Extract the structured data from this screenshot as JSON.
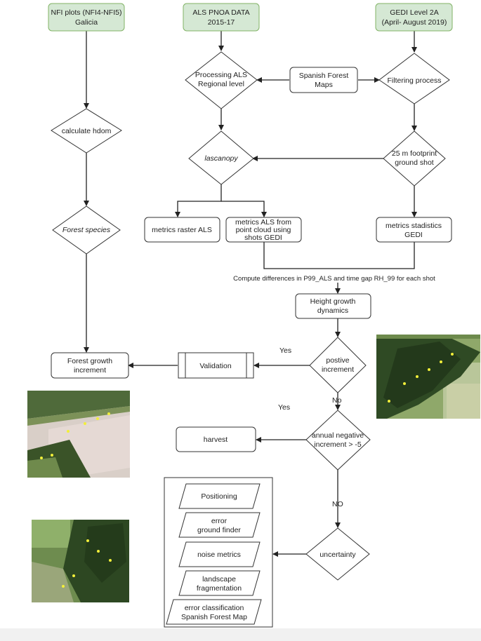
{
  "nodes": {
    "nfi_plots": [
      "NFI plots (NFI4-NFI5)",
      "Galicia"
    ],
    "als_pnoa": [
      "ALS PNOA DATA",
      "2015-17"
    ],
    "gedi_l2a": [
      "GEDI Level 2A",
      "(April- August 2019)"
    ],
    "processing_als": [
      "Processing ALS",
      "Regional level"
    ],
    "spanish_forest_maps": [
      "Spanish Forest",
      "Maps"
    ],
    "filtering": "Filtering process",
    "calculate_hdom": "calculate hdom",
    "lascanopy": "lascanopy",
    "footprint": [
      "25 m footprint",
      "ground shot"
    ],
    "forest_species": "Forest species",
    "metrics_raster": "metrics raster ALS",
    "metrics_als_cloud": [
      "metrics ALS from",
      "point cloud using",
      "shots GEDI"
    ],
    "metrics_gedi": [
      "metrics stadistics",
      "GEDI"
    ],
    "compute_label": "Compute  differences in P99_ALS and time gap RH_99 for each shot",
    "height_growth": [
      "Height growth",
      "dynamics"
    ],
    "forest_growth": [
      "Forest growth",
      "increment"
    ],
    "validation": "Validation",
    "positive_increment": [
      "postive",
      "increment"
    ],
    "harvest": "harvest",
    "annual_negative": [
      "annual negative",
      "increment > -5"
    ],
    "uncertainty": "uncertainty",
    "uncertainty_sources": [
      [
        "Positioning"
      ],
      [
        "error",
        "ground finder"
      ],
      [
        "noise metrics"
      ],
      [
        "landscape",
        "fragmentation"
      ],
      [
        "error classification",
        "Spanish Forest Map"
      ]
    ]
  },
  "edge_labels": {
    "yes_validation": "Yes",
    "no_positive": "No",
    "yes_harvest": "Yes",
    "no_annual": "NO"
  },
  "colors": {
    "source_fill": "#d5e8d4",
    "source_stroke": "#82b366",
    "line": "#222222"
  }
}
